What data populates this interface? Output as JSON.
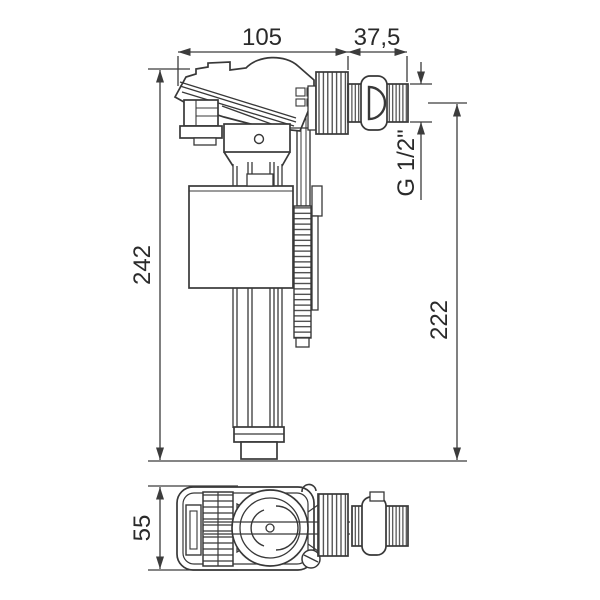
{
  "page": {
    "background": "#ffffff",
    "line_color": "#383838",
    "dim_line_color": "#3c3c3c",
    "text_color": "#2a2a2a"
  },
  "drawing": {
    "kind": "technical dimension drawing",
    "views": {
      "side_view": "fill valve side elevation with float, telescopic tube and side inlet thread",
      "plan_view": "fill valve top view with adjuster rack, valve cap and inlet thread"
    }
  },
  "dims": {
    "body_length": "105",
    "thread_length": "37,5",
    "total_height": "242",
    "below_axis_height": "222",
    "thread_size": "G 1/2\"",
    "plan_depth": "55"
  }
}
